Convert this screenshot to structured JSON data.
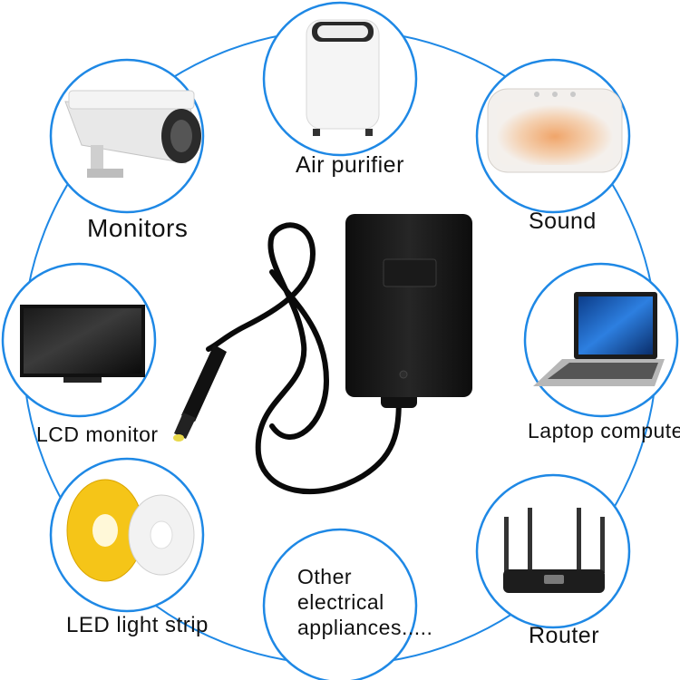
{
  "accent_color": "#1e88e5",
  "center": {
    "product": "power-adapter-icon"
  },
  "devices": [
    {
      "id": "air-purifier",
      "label": "Air purifier",
      "icon": "air-purifier-icon"
    },
    {
      "id": "sound",
      "label": "Sound",
      "icon": "smart-speaker-icon"
    },
    {
      "id": "laptop",
      "label": "Laptop computer",
      "icon": "laptop-icon"
    },
    {
      "id": "router",
      "label": "Router",
      "icon": "router-icon"
    },
    {
      "id": "other",
      "label_lines": [
        "Other",
        "electrical",
        "appliances....."
      ],
      "icon": "none"
    },
    {
      "id": "led-strip",
      "label": "LED light strip",
      "icon": "led-strip-icon"
    },
    {
      "id": "lcd",
      "label": "LCD monitor",
      "icon": "lcd-monitor-icon"
    },
    {
      "id": "monitors",
      "label": "Monitors",
      "icon": "security-camera-icon"
    }
  ]
}
